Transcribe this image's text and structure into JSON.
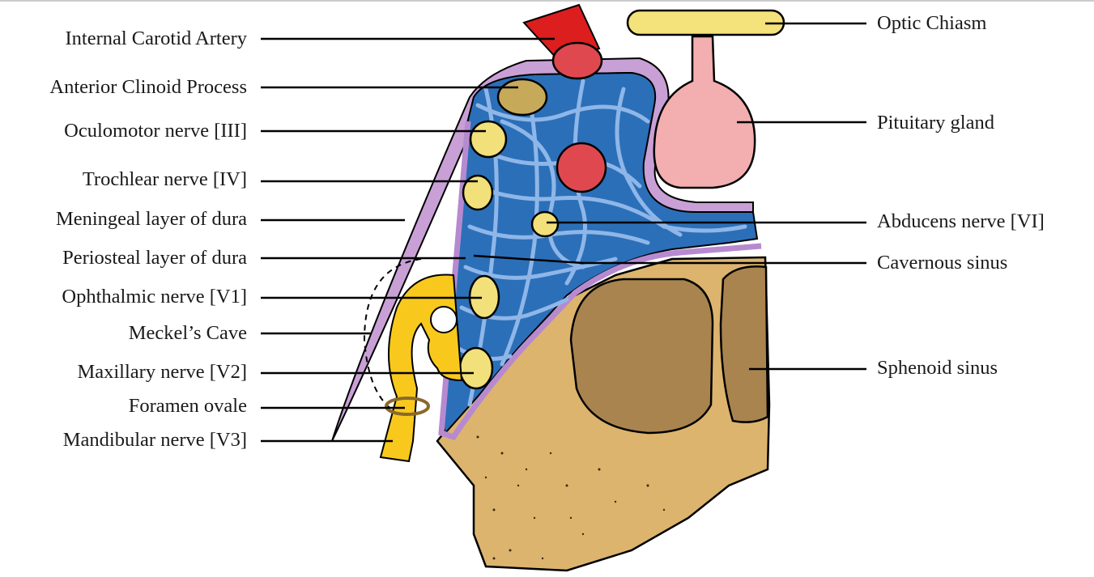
{
  "diagram": {
    "left_labels": [
      "Internal Carotid Artery",
      "Anterior Clinoid Process",
      "Oculomotor nerve [III]",
      "Trochlear nerve [IV]",
      "Meningeal layer of dura",
      "Periosteal layer of dura",
      "Ophthalmic nerve [V1]",
      "Meckel’s Cave",
      "Maxillary nerve [V2]",
      "Foramen ovale",
      "Mandibular nerve [V3]"
    ],
    "right_labels": [
      "Optic Chiasm",
      "Pituitary gland",
      "Abducens nerve [VI]",
      "Cavernous sinus",
      "Sphenoid sinus"
    ],
    "colors": {
      "artery": "#e0484f",
      "artery_top": "#dd1e1e",
      "nerve": "#f2e07a",
      "clinoid": "#c7a95a",
      "sinus_blue": "#2b6fb8",
      "fibers": "#8fb6e8",
      "dura": "#c9a0d6",
      "bone": "#dcb46e",
      "sinus_cavity": "#a9844e",
      "pituitary": "#f3aeb0",
      "chiasm": "#f4e27a",
      "trigeminal": "#f8c91c"
    }
  }
}
